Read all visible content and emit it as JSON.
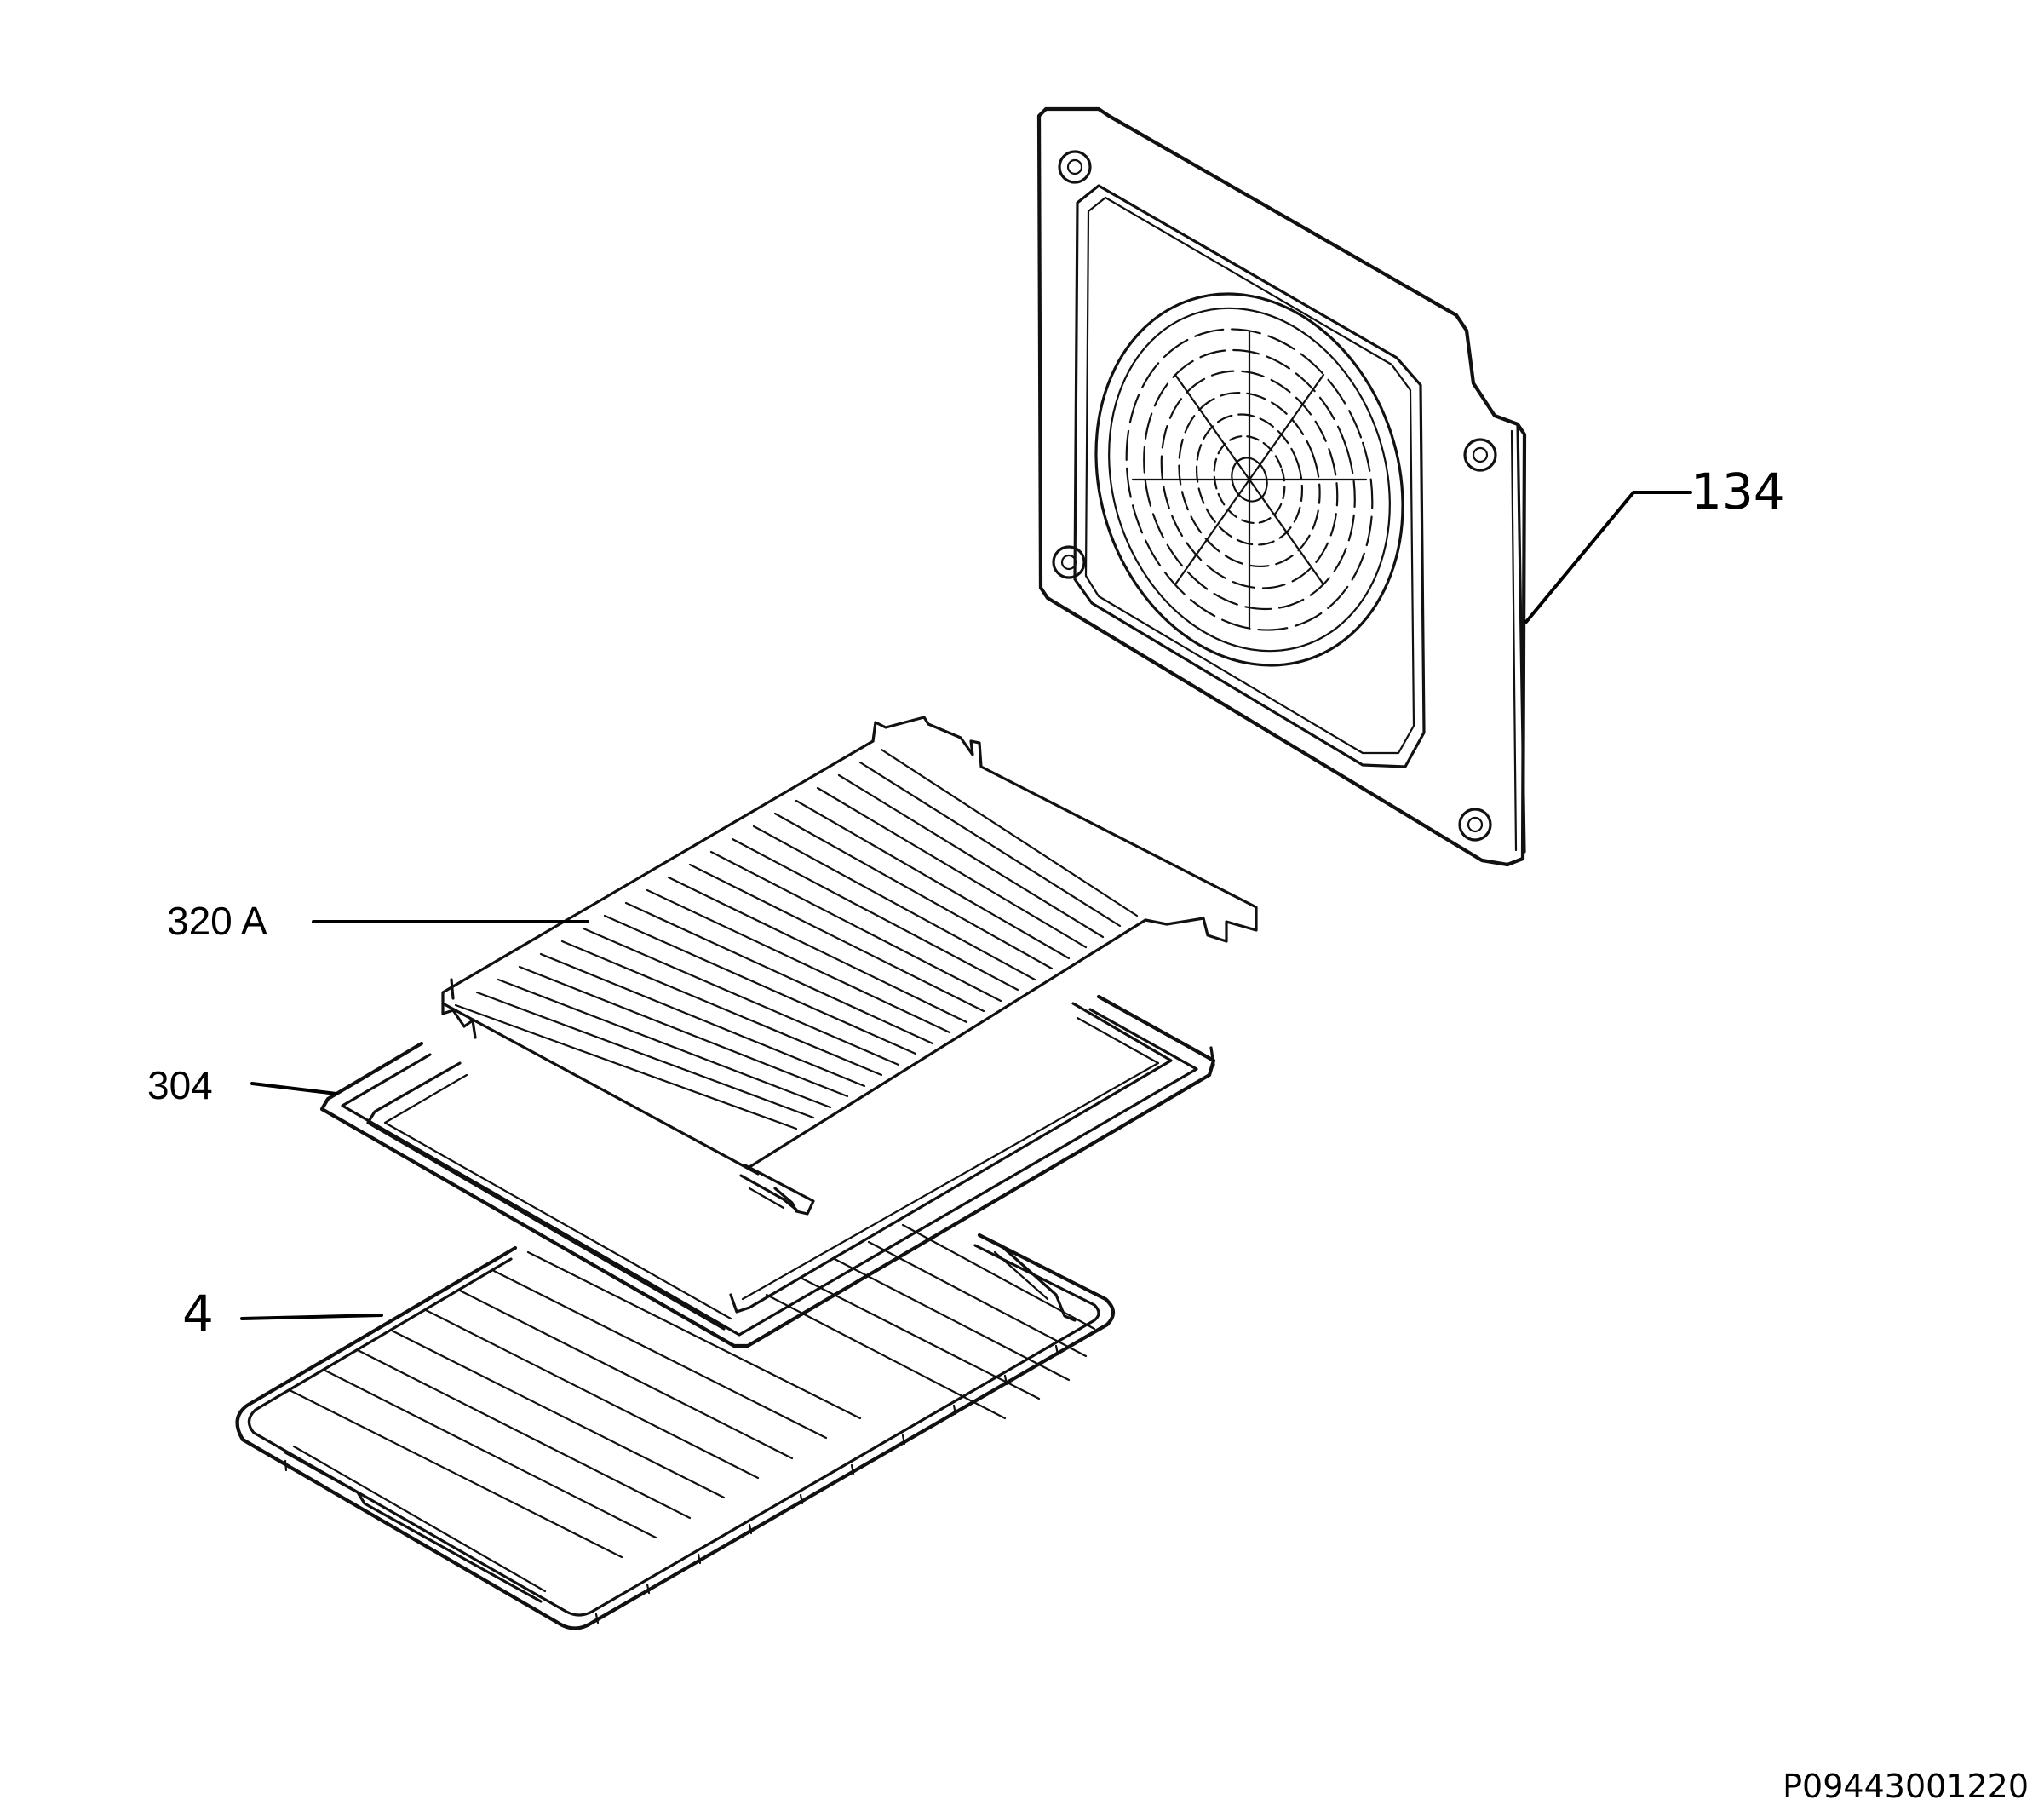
{
  "parts": {
    "fan_cover": {
      "label": "134",
      "icon": "fan-cover-icon"
    },
    "heating_element": {
      "label": "320 A",
      "icon": "heating-element-icon"
    },
    "frame": {
      "label": "304",
      "icon": "element-frame-icon"
    },
    "rack": {
      "label": "4",
      "icon": "wire-rack-icon"
    }
  },
  "drawing_code": "P09443001220"
}
